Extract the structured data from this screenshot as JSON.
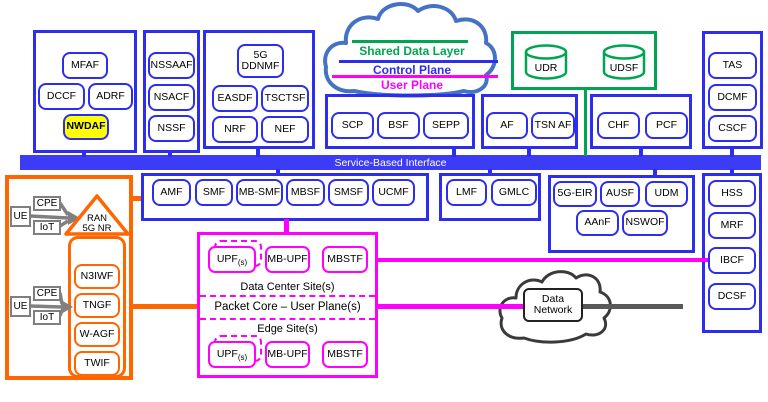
{
  "legend": {
    "shared": "Shared Data Layer",
    "control": "Control Plane",
    "user": "User Plane"
  },
  "sbi": "Service-Based Interface",
  "top": {
    "analytics": [
      "MFAF",
      "DCCF",
      "ADRF",
      "NWDAF"
    ],
    "slice": [
      "NSSAAF",
      "NSACF",
      "NSSF"
    ],
    "ddnmf": [
      "5G DDNMF",
      "EASDF",
      "TSCTSF",
      "NRF",
      "NEF"
    ],
    "scp": [
      "SCP",
      "BSF",
      "SEPP"
    ],
    "af": [
      "AF",
      "TSN AF"
    ],
    "data_layer": [
      "UDR",
      "UDSF"
    ],
    "chf": [
      "CHF",
      "PCF"
    ],
    "ims": [
      "TAS",
      "DCMF",
      "CSCF"
    ]
  },
  "row2": {
    "core": [
      "AMF",
      "SMF",
      "MB-SMF",
      "MBSF",
      "SMSF",
      "UCMF"
    ],
    "location": [
      "LMF",
      "GMLC"
    ],
    "auth": [
      "5G-EIR",
      "AUSF",
      "UDM",
      "AAnF",
      "NSWOF"
    ],
    "tel": [
      "HSS",
      "MRF",
      "IBCF",
      "DCSF"
    ]
  },
  "access": {
    "ue": "UE",
    "cpe": "CPE",
    "iot": "IoT",
    "ran": "RAN\n5G NR",
    "gateways": [
      "N3IWF",
      "TNGF",
      "W-AGF",
      "TWIF"
    ]
  },
  "sites": {
    "upf": "UPF",
    "upf_suffix": "(s)",
    "mb_upf": "MB-UPF",
    "mbstf": "MBSTF",
    "data_center": "Data Center Site(s)",
    "packet_core": "Packet Core – User Plane(s)",
    "edge": "Edge Site(s)"
  },
  "data_network": "Data\nNetwork",
  "colors": {
    "control_plane_blue": "#2d2df0",
    "user_plane_magenta": "#ff00ff",
    "shared_data_green": "#00a551",
    "access_orange": "#ff6600",
    "nwdaf_highlight_yellow": "#ffff00",
    "legend_cloud_blue": "#4472c4"
  }
}
